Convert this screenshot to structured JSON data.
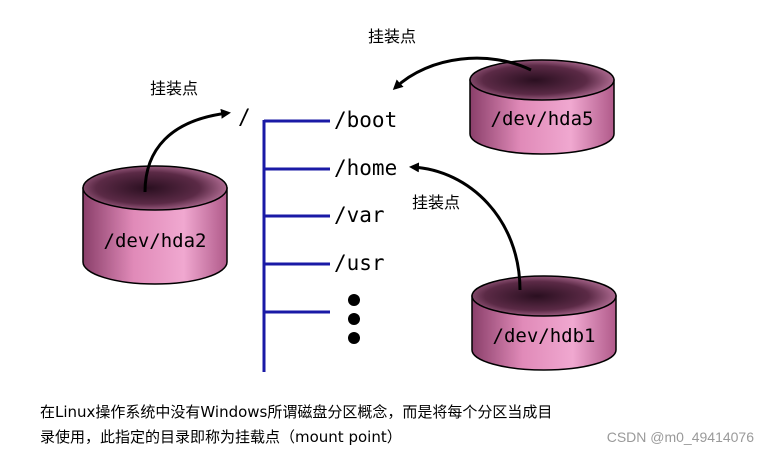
{
  "mount_label": "挂装点",
  "root_dir": "/",
  "directories": [
    "/boot",
    "/home",
    "/var",
    "/usr"
  ],
  "disks": {
    "hda2": "/dev/hda2",
    "hda5": "/dev/hda5",
    "hdb1": "/dev/hdb1"
  },
  "caption": {
    "line1": "在Linux操作系统中没有Windows所谓磁盘分区概念，而是将每个分区当成目",
    "line2": "录使用，此指定的目录即称为挂载点（mount point）"
  },
  "watermark": "CSDN @m0_49414076",
  "colors": {
    "tree_line": "#1a1aa6",
    "disk_fill_light": "#ffb3df",
    "disk_fill_dark": "#3a1a2c",
    "disk_outline": "#000000"
  }
}
